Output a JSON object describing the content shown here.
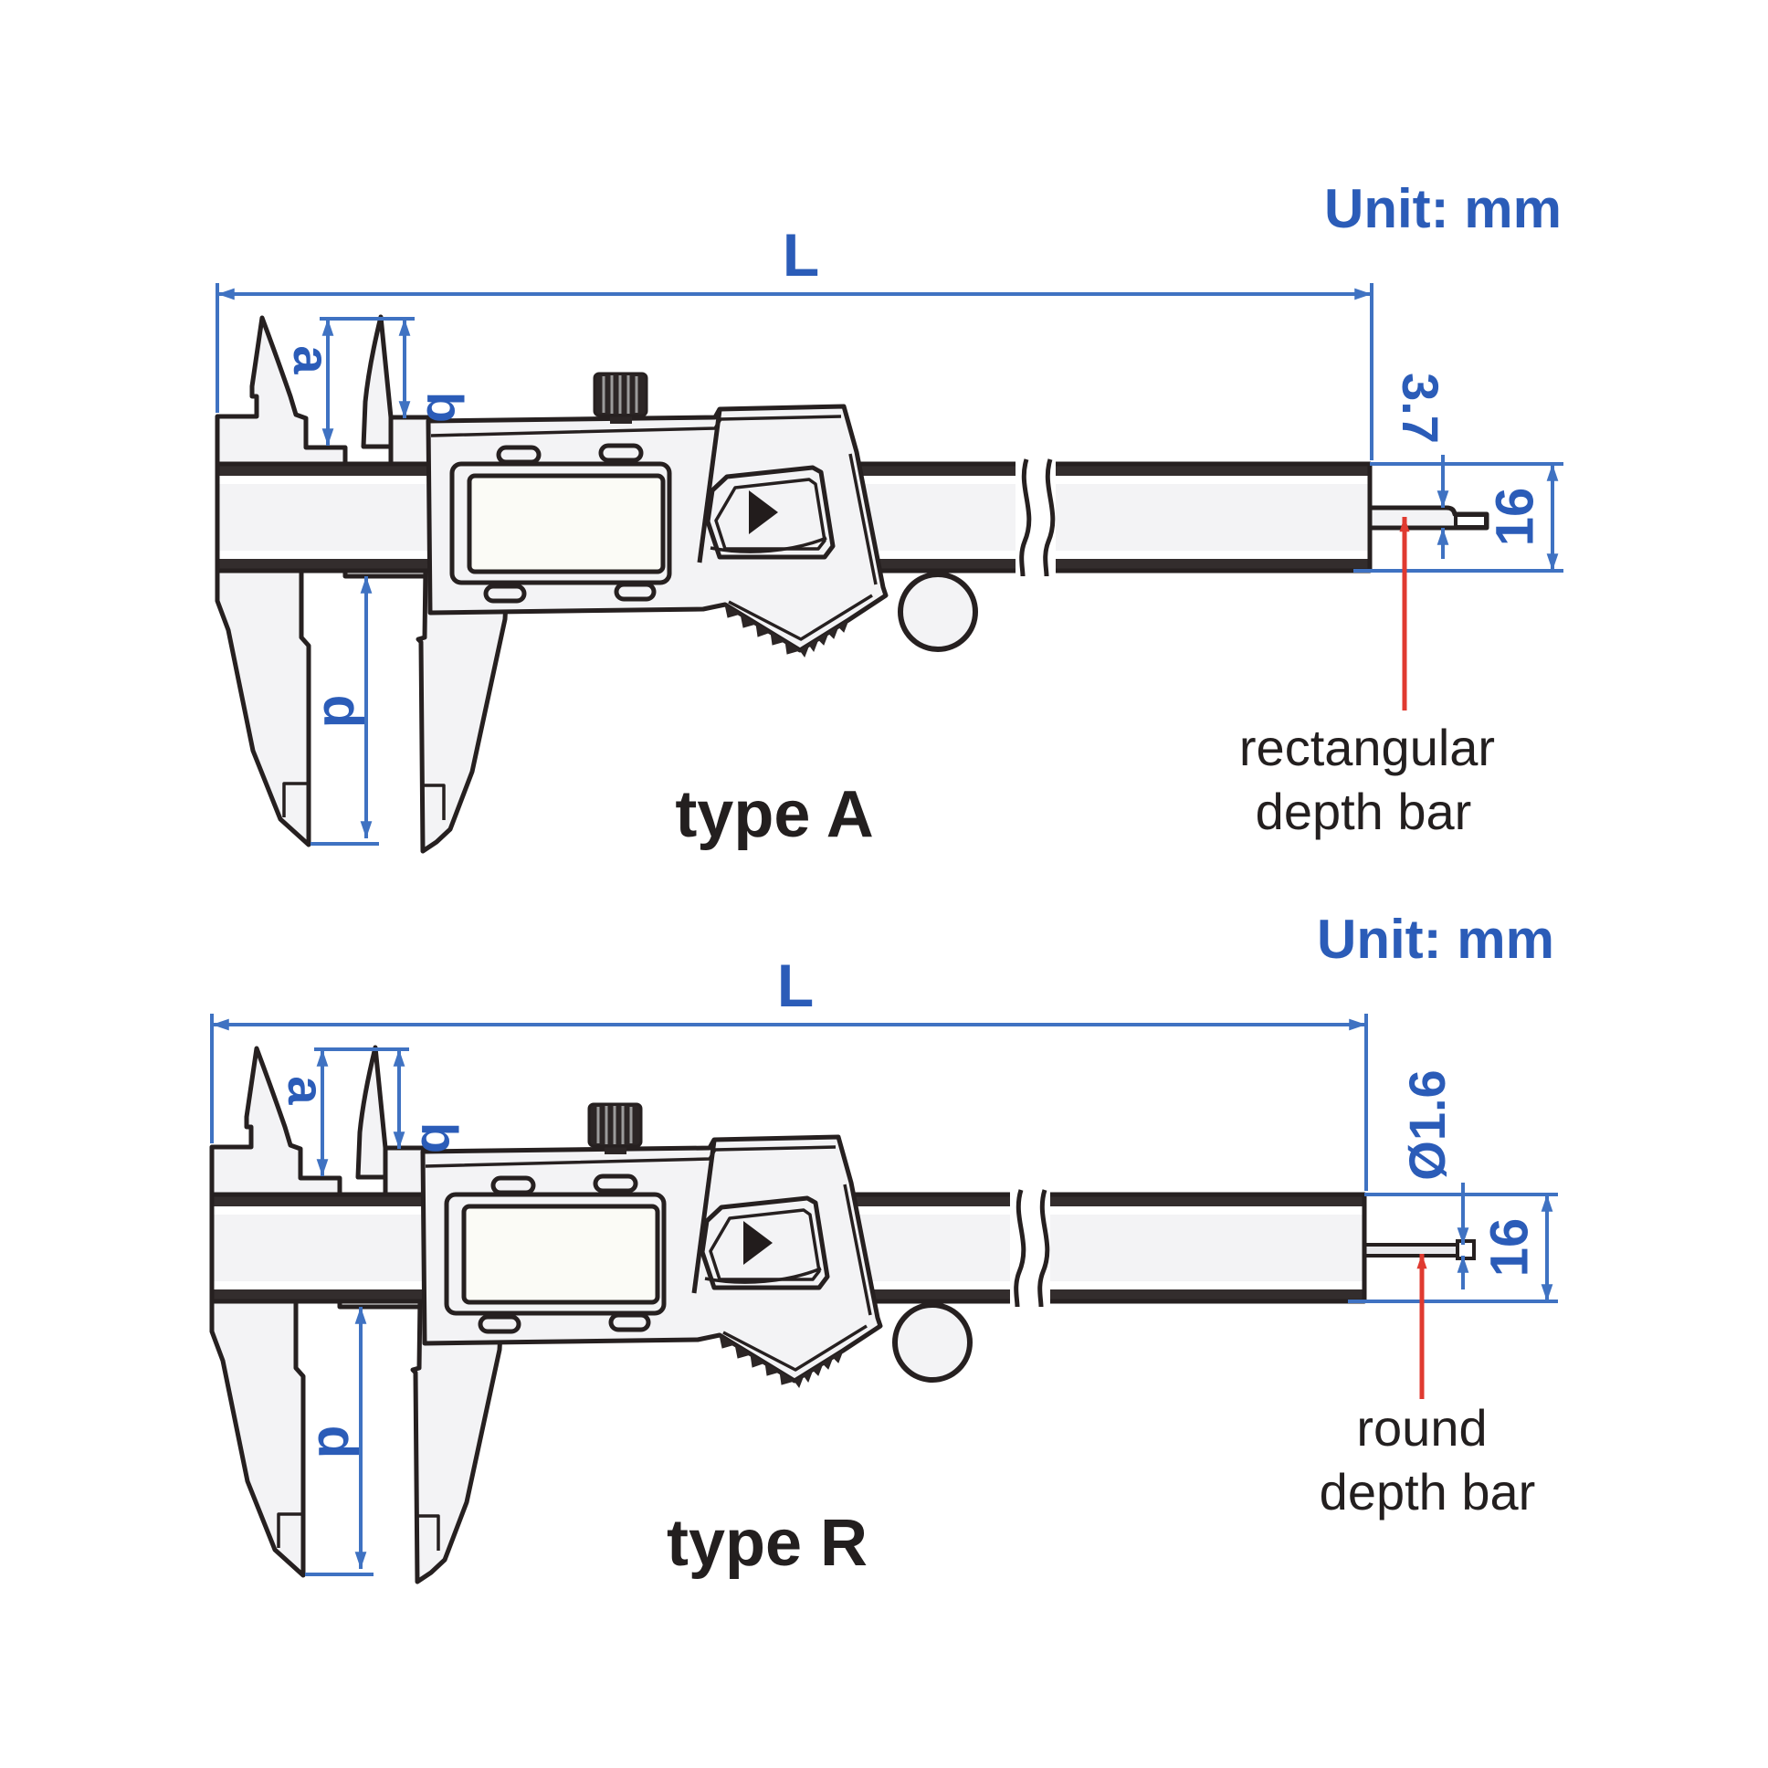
{
  "unit_label": "Unit: mm",
  "colors": {
    "dimension_blue": "#3f72c2",
    "text_blue": "#2b5cb8",
    "leader_red": "#e03a30",
    "ink": "#262020"
  },
  "figures": {
    "type_a": {
      "type_label": "type A",
      "leader_label_line1": "rectangular",
      "leader_label_line2": "depth bar",
      "dims": {
        "overall_length": "L",
        "jaw_a": "a",
        "jaw_b": "b",
        "jaw_depth": "d",
        "depth_bar_width": "3.7",
        "beam_height": "16"
      }
    },
    "type_r": {
      "type_label": "type R",
      "leader_label_line1": "round",
      "leader_label_line2": "depth bar",
      "dims": {
        "overall_length": "L",
        "jaw_a": "a",
        "jaw_b": "b",
        "jaw_depth": "d",
        "depth_bar_diameter": "Ø1.6",
        "beam_height": "16"
      }
    }
  }
}
